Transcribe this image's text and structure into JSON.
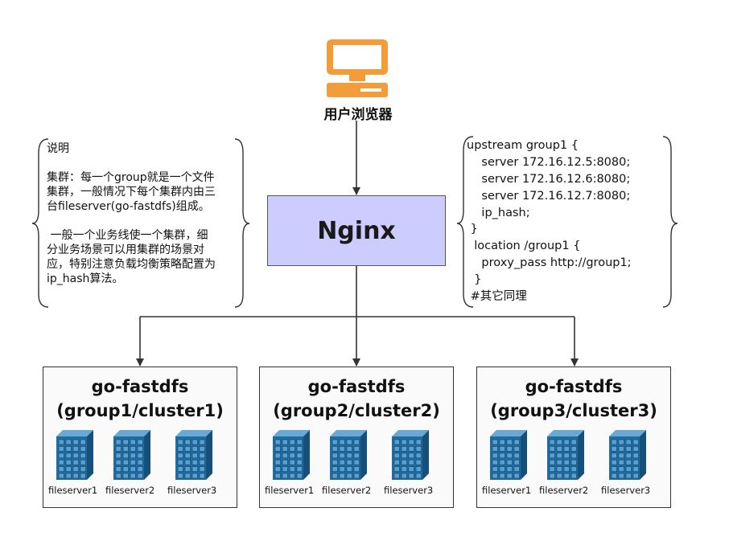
{
  "browser": {
    "label": "用户浏览器",
    "icon": "monitor-icon"
  },
  "nginx": {
    "label": "Nginx",
    "fill": "#ccccff"
  },
  "note_left": {
    "title": "说明",
    "para1_lines": [
      "集群：每一个group就是一个文件",
      "集群，一般情况下每个集群内由三",
      "台fileserver(go-fastdfs)组成。"
    ],
    "para2_lines": [
      " 一般一个业务线使一个集群，细",
      "分业务场景可以用集群的场景对",
      "应，特别注意负载均衡策略配置为",
      "ip_hash算法。"
    ]
  },
  "note_right": {
    "lines": [
      "upstream group1 {",
      "    server 172.16.12.5:8080;",
      "    server 172.16.12.6:8080;",
      "    server 172.16.12.7:8080;",
      "    ip_hash;",
      " }",
      "  location /group1 {",
      "    proxy_pass http://group1;",
      "  }",
      " #其它同理"
    ]
  },
  "clusters": [
    {
      "title_line1": "go-fastdfs",
      "title_line2": "(group1/cluster1)",
      "servers": [
        "fileserver1",
        "fileserver2",
        "fileserver3"
      ]
    },
    {
      "title_line1": "go-fastdfs",
      "title_line2": "(group2/cluster2)",
      "servers": [
        "fileserver1",
        "fileserver2",
        "fileserver3"
      ]
    },
    {
      "title_line1": "go-fastdfs",
      "title_line2": "(group3/cluster3)",
      "servers": [
        "fileserver1",
        "fileserver2",
        "fileserver3"
      ]
    }
  ],
  "colors": {
    "monitor": "#f39c3a",
    "server": "#1f6ea3",
    "line": "#333333"
  }
}
